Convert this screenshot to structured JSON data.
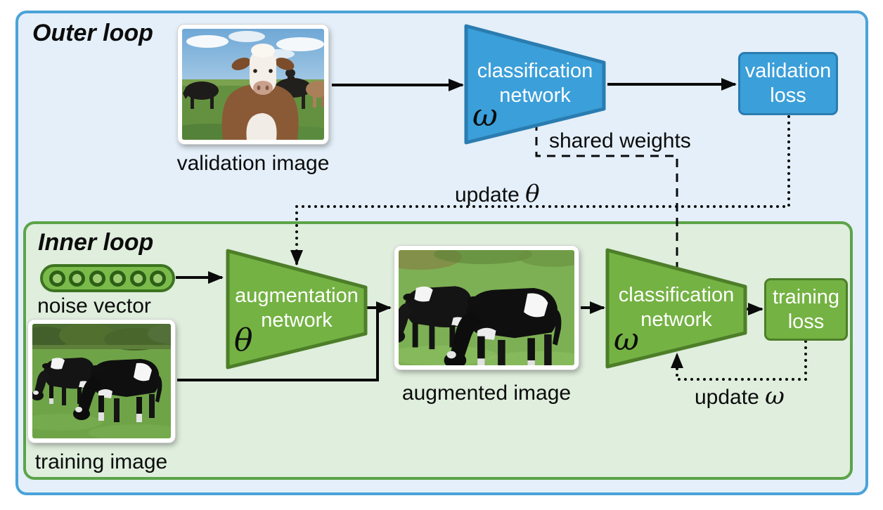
{
  "colors": {
    "outer_loop_bg": "#e4eff9",
    "outer_loop_border": "#4ba3d9",
    "inner_loop_bg": "#dfeedd",
    "inner_loop_border": "#5ca449",
    "blue_node_fill": "#3b9fd9",
    "blue_node_border": "#2a7cb0",
    "green_node_fill": "#74b243",
    "green_node_border": "#4d7e29",
    "connector_line": "#0a0a0a",
    "node_text": "#ffffff"
  },
  "outer_loop": {
    "title": "Outer loop",
    "validation_image_caption": "validation image",
    "classification_network": {
      "line1": "classification",
      "line2": "network",
      "symbol": "ω"
    },
    "validation_loss": {
      "line1": "validation",
      "line2": "loss"
    },
    "shared_weights_label": "shared weights",
    "update_theta": {
      "word": "update",
      "symbol": "θ"
    }
  },
  "inner_loop": {
    "title": "Inner loop",
    "noise_vector_caption": "noise vector",
    "training_image_caption": "training image",
    "augmentation_network": {
      "line1": "augmentation",
      "line2": "network",
      "symbol": "θ"
    },
    "augmented_image_caption": "augmented image",
    "classification_network": {
      "line1": "classification",
      "line2": "network",
      "symbol": "ω"
    },
    "training_loss": {
      "line1": "training",
      "line2": "loss"
    },
    "update_omega": {
      "word": "update",
      "symbol": "ω"
    }
  }
}
